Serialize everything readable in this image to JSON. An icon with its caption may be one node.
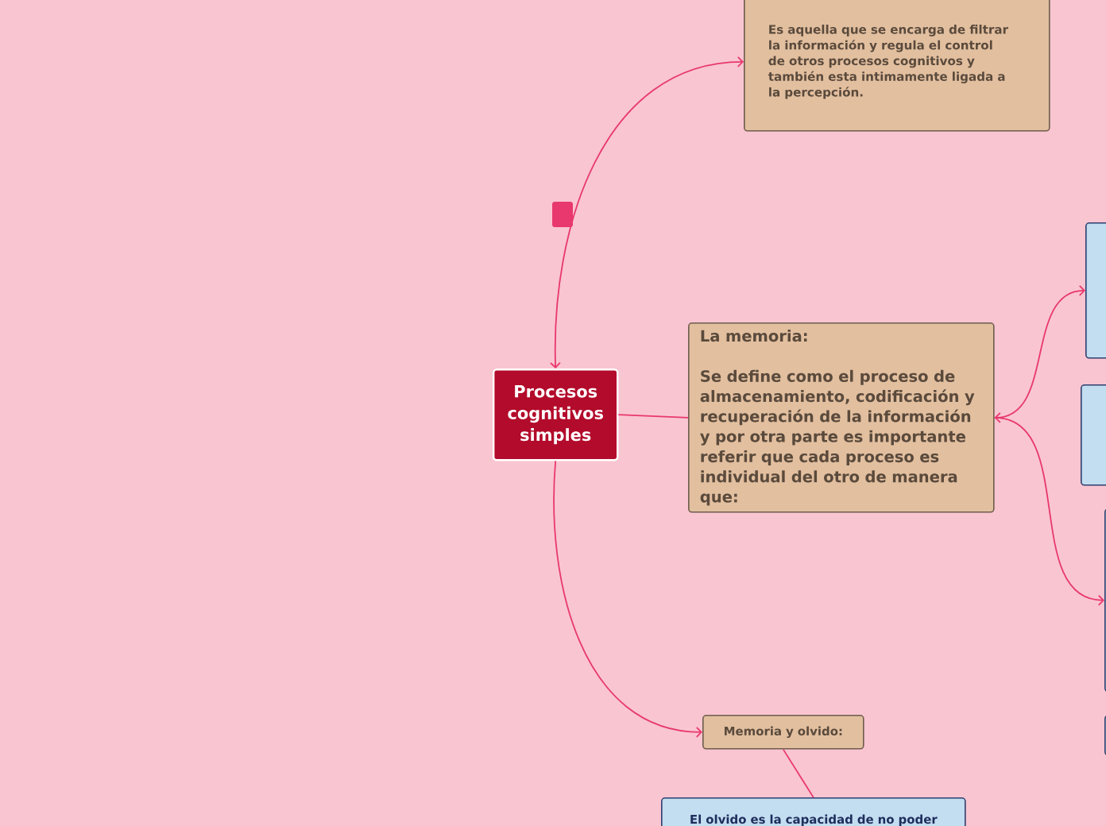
{
  "diagram": {
    "nodes": [
      {
        "text": [
          "Procesos cognitivos simples"
        ]
      },
      {
        "text": [
          "Es aquella que se encarga de filtrar la información y regula el control de otros procesos cognitivos y también esta intimamente ligada a la percepción."
        ]
      },
      {
        "text": [
          "La memoria:",
          "Se define como el proceso de almacenamiento, codificación y recuperación de la información y por otra parte es importante referir que cada proceso es individual del otro de manera que:"
        ]
      },
      {
        "text": [],
        "shape": "box"
      },
      {
        "text": [],
        "shape": "box"
      },
      {
        "text": [],
        "shape": "box"
      },
      {
        "text": [],
        "shape": "box"
      },
      {
        "text": [
          "Memoria y olvido:"
        ]
      },
      {
        "text": [
          "El olvido es la capacidad de no poder"
        ]
      }
    ],
    "edges": [
      {
        "from": 0,
        "to": 2,
        "arrow": "none"
      },
      {
        "from": 0,
        "to": 7,
        "arrow": "to"
      },
      {
        "from": 0,
        "to": 1,
        "arrow": "both"
      },
      {
        "from": 2,
        "to": 3,
        "arrow": "both"
      },
      {
        "from": 2,
        "to": 5,
        "arrow": "to"
      },
      {
        "from": 7,
        "to": 8,
        "arrow": "none"
      }
    ]
  }
}
